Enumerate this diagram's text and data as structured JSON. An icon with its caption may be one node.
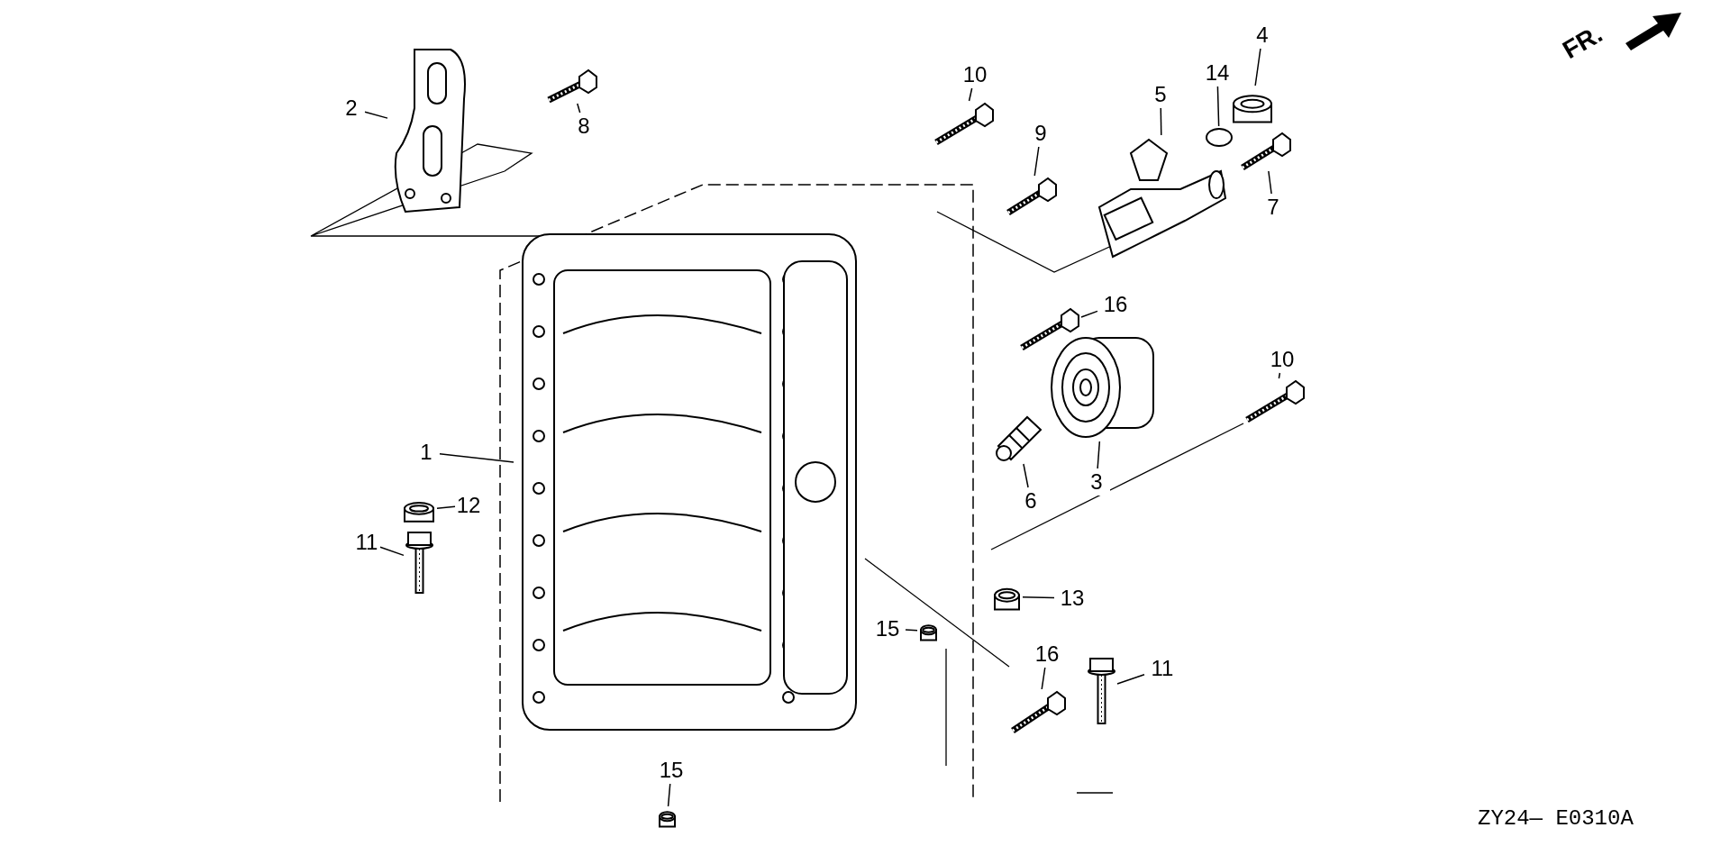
{
  "diagram": {
    "nodes": [
      {
        "text": [
          "2"
        ]
      },
      {
        "text": [],
        "shape": "picture"
      },
      {
        "text": [
          "8"
        ]
      },
      {
        "text": [],
        "shape": "picture"
      },
      {
        "text": [
          "10"
        ]
      },
      {
        "text": [],
        "shape": "picture"
      },
      {
        "text": [
          "9"
        ]
      },
      {
        "text": [],
        "shape": "picture"
      },
      {
        "text": [
          "5"
        ]
      },
      {
        "text": [],
        "shape": "picture"
      },
      {
        "text": [
          "14"
        ]
      },
      {
        "text": [],
        "shape": "circle"
      },
      {
        "text": [
          "4"
        ]
      },
      {
        "text": [],
        "shape": "cylinder"
      },
      {
        "text": [
          "7"
        ]
      },
      {
        "text": [],
        "shape": "picture"
      },
      {
        "text": [
          "16"
        ]
      },
      {
        "text": [],
        "shape": "picture"
      },
      {
        "text": [
          "10"
        ]
      },
      {
        "text": [],
        "shape": "picture"
      },
      {
        "text": [
          "3"
        ]
      },
      {
        "text": [],
        "shape": "picture"
      },
      {
        "text": [
          "6"
        ]
      },
      {
        "text": [],
        "shape": "picture"
      },
      {
        "text": [
          "1"
        ]
      },
      {
        "text": [],
        "shape": "picture"
      },
      {
        "text": [
          "12"
        ]
      },
      {
        "text": [],
        "shape": "cylinder"
      },
      {
        "text": [
          "11"
        ]
      },
      {
        "text": [],
        "shape": "picture"
      },
      {
        "text": [
          "13"
        ]
      },
      {
        "text": [],
        "shape": "cylinder"
      },
      {
        "text": [
          "15"
        ]
      },
      {
        "text": [],
        "shape": "cylinder"
      },
      {
        "text": [
          "16"
        ]
      },
      {
        "text": [],
        "shape": "picture"
      },
      {
        "text": [
          "11"
        ]
      },
      {
        "text": [],
        "shape": "picture"
      },
      {
        "text": [
          "15"
        ]
      },
      {
        "text": [],
        "shape": "cylinder"
      }
    ],
    "edges": [
      {
        "from": 0,
        "to": 1,
        "arrow": "none"
      },
      {
        "from": 2,
        "to": 3,
        "arrow": "none"
      },
      {
        "from": 4,
        "to": 5,
        "arrow": "none"
      },
      {
        "from": 6,
        "to": 7,
        "arrow": "none"
      },
      {
        "from": 8,
        "to": 9,
        "arrow": "none"
      },
      {
        "from": 10,
        "to": 11,
        "arrow": "none"
      },
      {
        "from": 12,
        "to": 13,
        "arrow": "none"
      },
      {
        "from": 14,
        "to": 15,
        "arrow": "none"
      },
      {
        "from": 16,
        "to": 17,
        "arrow": "none"
      },
      {
        "from": 18,
        "to": 19,
        "arrow": "none"
      },
      {
        "from": 20,
        "to": 21,
        "arrow": "none"
      },
      {
        "from": 22,
        "to": 23,
        "arrow": "none"
      },
      {
        "from": 24,
        "to": 25,
        "arrow": "none"
      },
      {
        "from": 26,
        "to": 27,
        "arrow": "none"
      },
      {
        "from": 28,
        "to": 29,
        "arrow": "none"
      },
      {
        "from": 30,
        "to": 31,
        "arrow": "none"
      },
      {
        "from": 32,
        "to": 33,
        "arrow": "none"
      },
      {
        "from": 34,
        "to": 35,
        "arrow": "none"
      },
      {
        "from": 36,
        "to": 37,
        "arrow": "none"
      },
      {
        "from": 38,
        "to": 39,
        "arrow": "none"
      }
    ],
    "labels": [
      "FR.",
      "ZY24— E0310A"
    ]
  }
}
